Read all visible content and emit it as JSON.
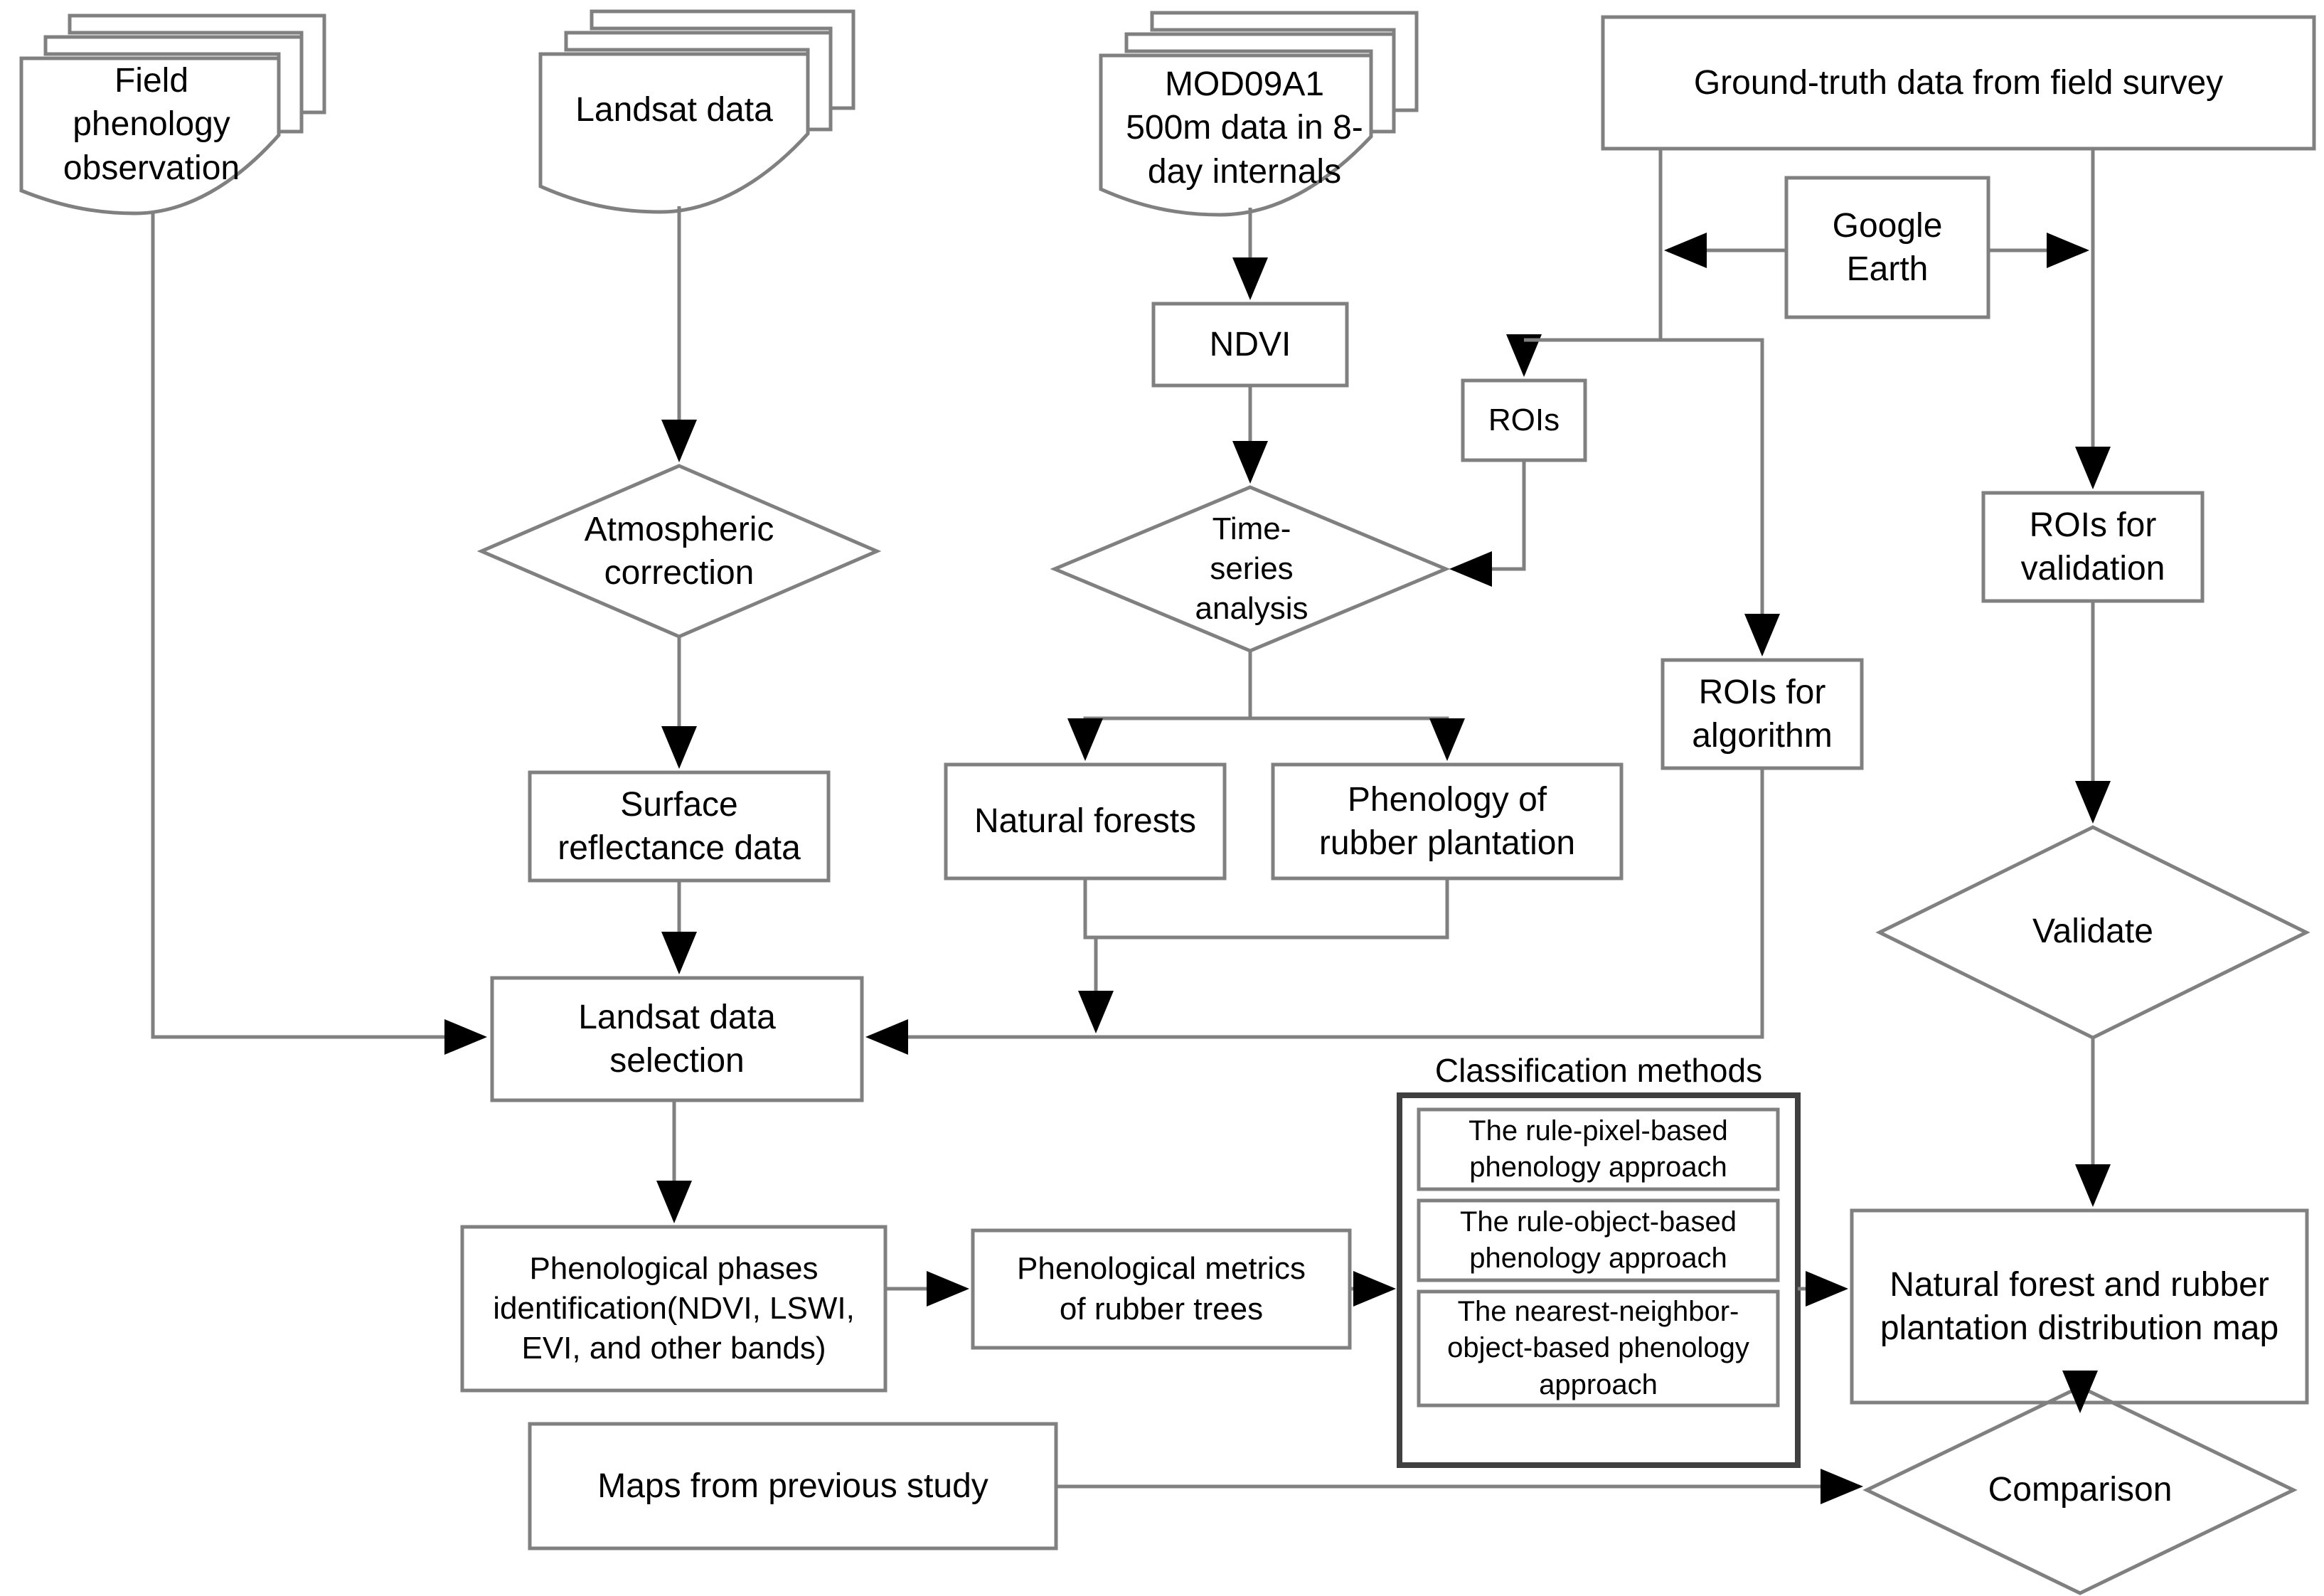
{
  "diagram": {
    "title": "Rubber plantation mapping workflow",
    "style": {
      "stroke": "#808080",
      "stroke_dark": "#595959",
      "arrow_fill": "#000000",
      "text_color": "#000000",
      "background": "#ffffff"
    },
    "nodes": [
      {
        "id": "field-phenology-observation",
        "shape": "multidocument",
        "label": "Field\nphenology\nobservation"
      },
      {
        "id": "landsat-data",
        "shape": "multidocument",
        "label": "Landsat data"
      },
      {
        "id": "mod09a1",
        "shape": "multidocument",
        "label": "MOD09A1\n500m data in 8-\nday internals"
      },
      {
        "id": "ground-truth-data",
        "shape": "rect",
        "label": "Ground-truth data from field survey"
      },
      {
        "id": "google-earth",
        "shape": "rect",
        "label": "Google\nEarth"
      },
      {
        "id": "ndvi",
        "shape": "rect",
        "label": "NDVI"
      },
      {
        "id": "rois",
        "shape": "rect",
        "label": "ROIs"
      },
      {
        "id": "rois-for-validation",
        "shape": "rect",
        "label": "ROIs for\nvalidation"
      },
      {
        "id": "atmospheric-correction",
        "shape": "diamond",
        "label": "Atmospheric\ncorrection"
      },
      {
        "id": "time-series-analysis",
        "shape": "diamond",
        "label": "Time-\nseries\nanalysis"
      },
      {
        "id": "rois-for-algorithm",
        "shape": "rect",
        "label": "ROIs for\nalgorithm"
      },
      {
        "id": "surface-reflectance-data",
        "shape": "rect",
        "label": "Surface\nreflectance data"
      },
      {
        "id": "natural-forests",
        "shape": "rect",
        "label": "Natural forests"
      },
      {
        "id": "phenology-of-rubber-plantation",
        "shape": "rect",
        "label": "Phenology of\nrubber plantation"
      },
      {
        "id": "validate",
        "shape": "diamond",
        "label": "Validate"
      },
      {
        "id": "landsat-data-selection",
        "shape": "rect",
        "label": "Landsat data\nselection"
      },
      {
        "id": "phenological-phases-identification",
        "shape": "rect",
        "label": "Phenological phases\nidentification(NDVI, LSWI,\nEVI, and other bands)"
      },
      {
        "id": "phenological-metrics",
        "shape": "rect",
        "label": "Phenological metrics\nof rubber trees"
      },
      {
        "id": "classification-methods",
        "shape": "group",
        "label": "Classification methods"
      },
      {
        "id": "rule-pixel-based",
        "shape": "rect",
        "label": "The rule-pixel-based\nphenology approach"
      },
      {
        "id": "rule-object-based",
        "shape": "rect",
        "label": "The rule-object-based\nphenology approach"
      },
      {
        "id": "nearest-neighbor-object-based",
        "shape": "rect",
        "label": "The nearest-neighbor-\nobject-based phenology\napproach"
      },
      {
        "id": "natural-forest-rubber-plantation-map",
        "shape": "rect",
        "label": "Natural forest and rubber\nplantation distribution map"
      },
      {
        "id": "maps-from-previous-study",
        "shape": "rect",
        "label": "Maps from previous study"
      },
      {
        "id": "comparison",
        "shape": "diamond",
        "label": "Comparison"
      }
    ],
    "edges": [
      {
        "from": "field-phenology-observation",
        "to": "landsat-data-selection"
      },
      {
        "from": "landsat-data",
        "to": "atmospheric-correction"
      },
      {
        "from": "atmospheric-correction",
        "to": "surface-reflectance-data"
      },
      {
        "from": "surface-reflectance-data",
        "to": "landsat-data-selection"
      },
      {
        "from": "mod09a1",
        "to": "ndvi"
      },
      {
        "from": "ndvi",
        "to": "time-series-analysis"
      },
      {
        "from": "ground-truth-data",
        "to": "rois"
      },
      {
        "from": "ground-truth-data",
        "to": "rois-for-algorithm"
      },
      {
        "from": "ground-truth-data",
        "to": "rois-for-validation"
      },
      {
        "from": "google-earth",
        "to": "ground-truth-data-left-branch"
      },
      {
        "from": "google-earth",
        "to": "ground-truth-data-right-branch"
      },
      {
        "from": "rois",
        "to": "time-series-analysis"
      },
      {
        "from": "time-series-analysis",
        "to": "natural-forests"
      },
      {
        "from": "time-series-analysis",
        "to": "phenology-of-rubber-plantation"
      },
      {
        "from": "natural-forests",
        "to": "landsat-data-selection"
      },
      {
        "from": "phenology-of-rubber-plantation",
        "to": "landsat-data-selection"
      },
      {
        "from": "rois-for-algorithm",
        "to": "landsat-data-selection"
      },
      {
        "from": "landsat-data-selection",
        "to": "phenological-phases-identification"
      },
      {
        "from": "phenological-phases-identification",
        "to": "phenological-metrics"
      },
      {
        "from": "phenological-metrics",
        "to": "classification-methods"
      },
      {
        "from": "classification-methods",
        "to": "natural-forest-rubber-plantation-map"
      },
      {
        "from": "rois-for-validation",
        "to": "validate"
      },
      {
        "from": "validate",
        "to": "natural-forest-rubber-plantation-map"
      },
      {
        "from": "maps-from-previous-study",
        "to": "comparison"
      },
      {
        "from": "comparison",
        "to": "natural-forest-rubber-plantation-map"
      }
    ]
  }
}
